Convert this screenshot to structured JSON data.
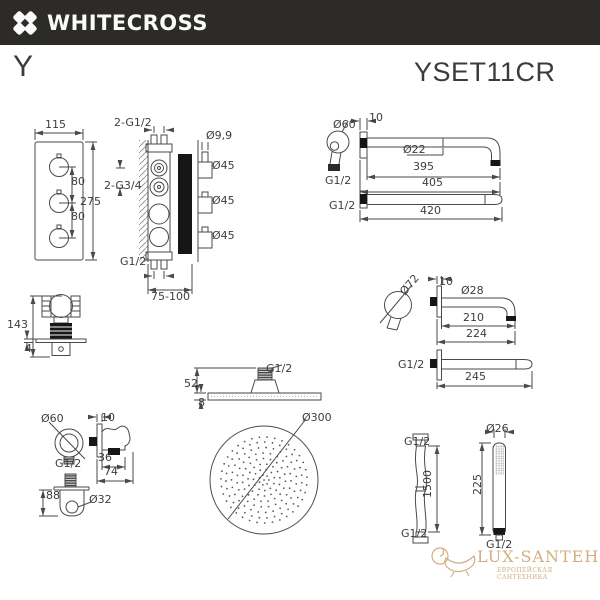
{
  "header": {
    "brand": "WHITECROSS"
  },
  "page": {
    "series": "Y",
    "model": "YSET11CR"
  },
  "colors": {
    "header_bg": "#2d2b28",
    "line": "#4a4a4a",
    "watermark_gold": "#d3ae80",
    "text": "#3d3d3d"
  },
  "components": {
    "mixer": {
      "width": "115",
      "height": "275",
      "spacing_top": "80",
      "spacing_bottom": "80",
      "inlets_top": "2-G1/2",
      "inlets_side": "2-G3/4",
      "pin_diameter": "Ø9,9",
      "handle1_diameter": "Ø45",
      "handle2_diameter": "Ø45",
      "handle3_diameter": "Ø45",
      "outlet_bottom": "G1/2",
      "mounting_depth": "75-100"
    },
    "shower_arm": {
      "flange_diameter": "Ø60",
      "flange_depth": "10",
      "tube_diameter": "Ø22",
      "length_tube": "395",
      "length_total": "405",
      "length_straight": "420",
      "thread_front": "G1/2",
      "thread_side": "G1/2"
    },
    "holder_bracket": {
      "height": "143",
      "plate_thickness": "4"
    },
    "spout": {
      "flange_diameter": "Ø72",
      "flange_depth": "10",
      "tube_diameter": "Ø28",
      "length_tube": "210",
      "length_total": "224",
      "length_straight": "245",
      "thread": "G1/2"
    },
    "wall_outlet": {
      "flange_diameter": "Ø60",
      "thread": "G1/2",
      "flange_depth": "10",
      "dim_36": "36",
      "dim_74": "74",
      "dim_88": "88",
      "hook_diameter": "Ø32"
    },
    "head_shower": {
      "thread": "G1/2",
      "height": "52",
      "plate_thickness": "8",
      "diameter": "Ø300"
    },
    "hose": {
      "thread_top": "G1/2",
      "length": "1500",
      "thread_bottom": "G1/2"
    },
    "hand_shower": {
      "diameter": "Ø26",
      "length": "225",
      "thread": "G1/2"
    }
  },
  "watermark": {
    "name": "LUX-SANTEH",
    "tagline": "ЕВРОПЕЙСКАЯ САНТЕХНИКА"
  }
}
